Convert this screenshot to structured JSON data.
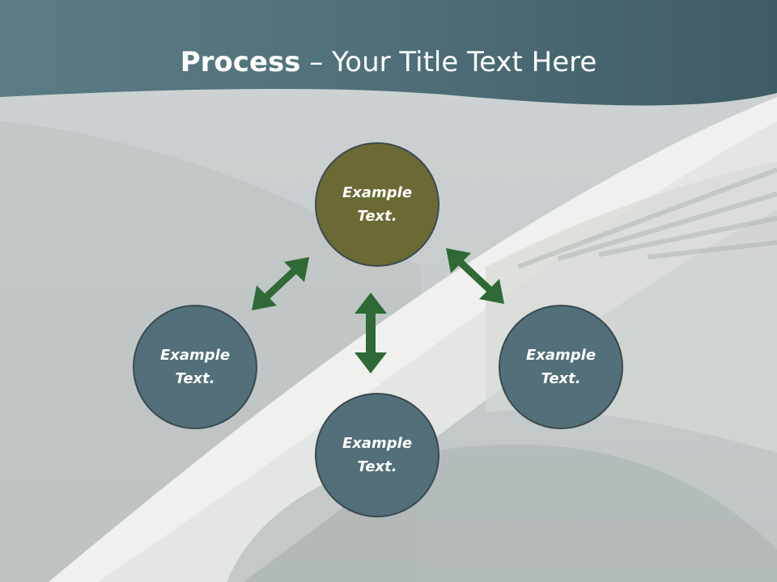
{
  "slide": {
    "title_bold": "Process",
    "title_rest": " – Your Title Text Here"
  },
  "nodes": [
    {
      "line1": "Example",
      "line2": "Text.",
      "color": "#6b6a34"
    },
    {
      "line1": "Example",
      "line2": "Text.",
      "color": "#536f79"
    },
    {
      "line1": "Example",
      "line2": "Text.",
      "color": "#536f79"
    },
    {
      "line1": "Example",
      "line2": "Text.",
      "color": "#536f79"
    }
  ],
  "colors": {
    "header": "#4a6a74",
    "arrow": "#2f6a36",
    "node_border": "#3a4a4f"
  }
}
